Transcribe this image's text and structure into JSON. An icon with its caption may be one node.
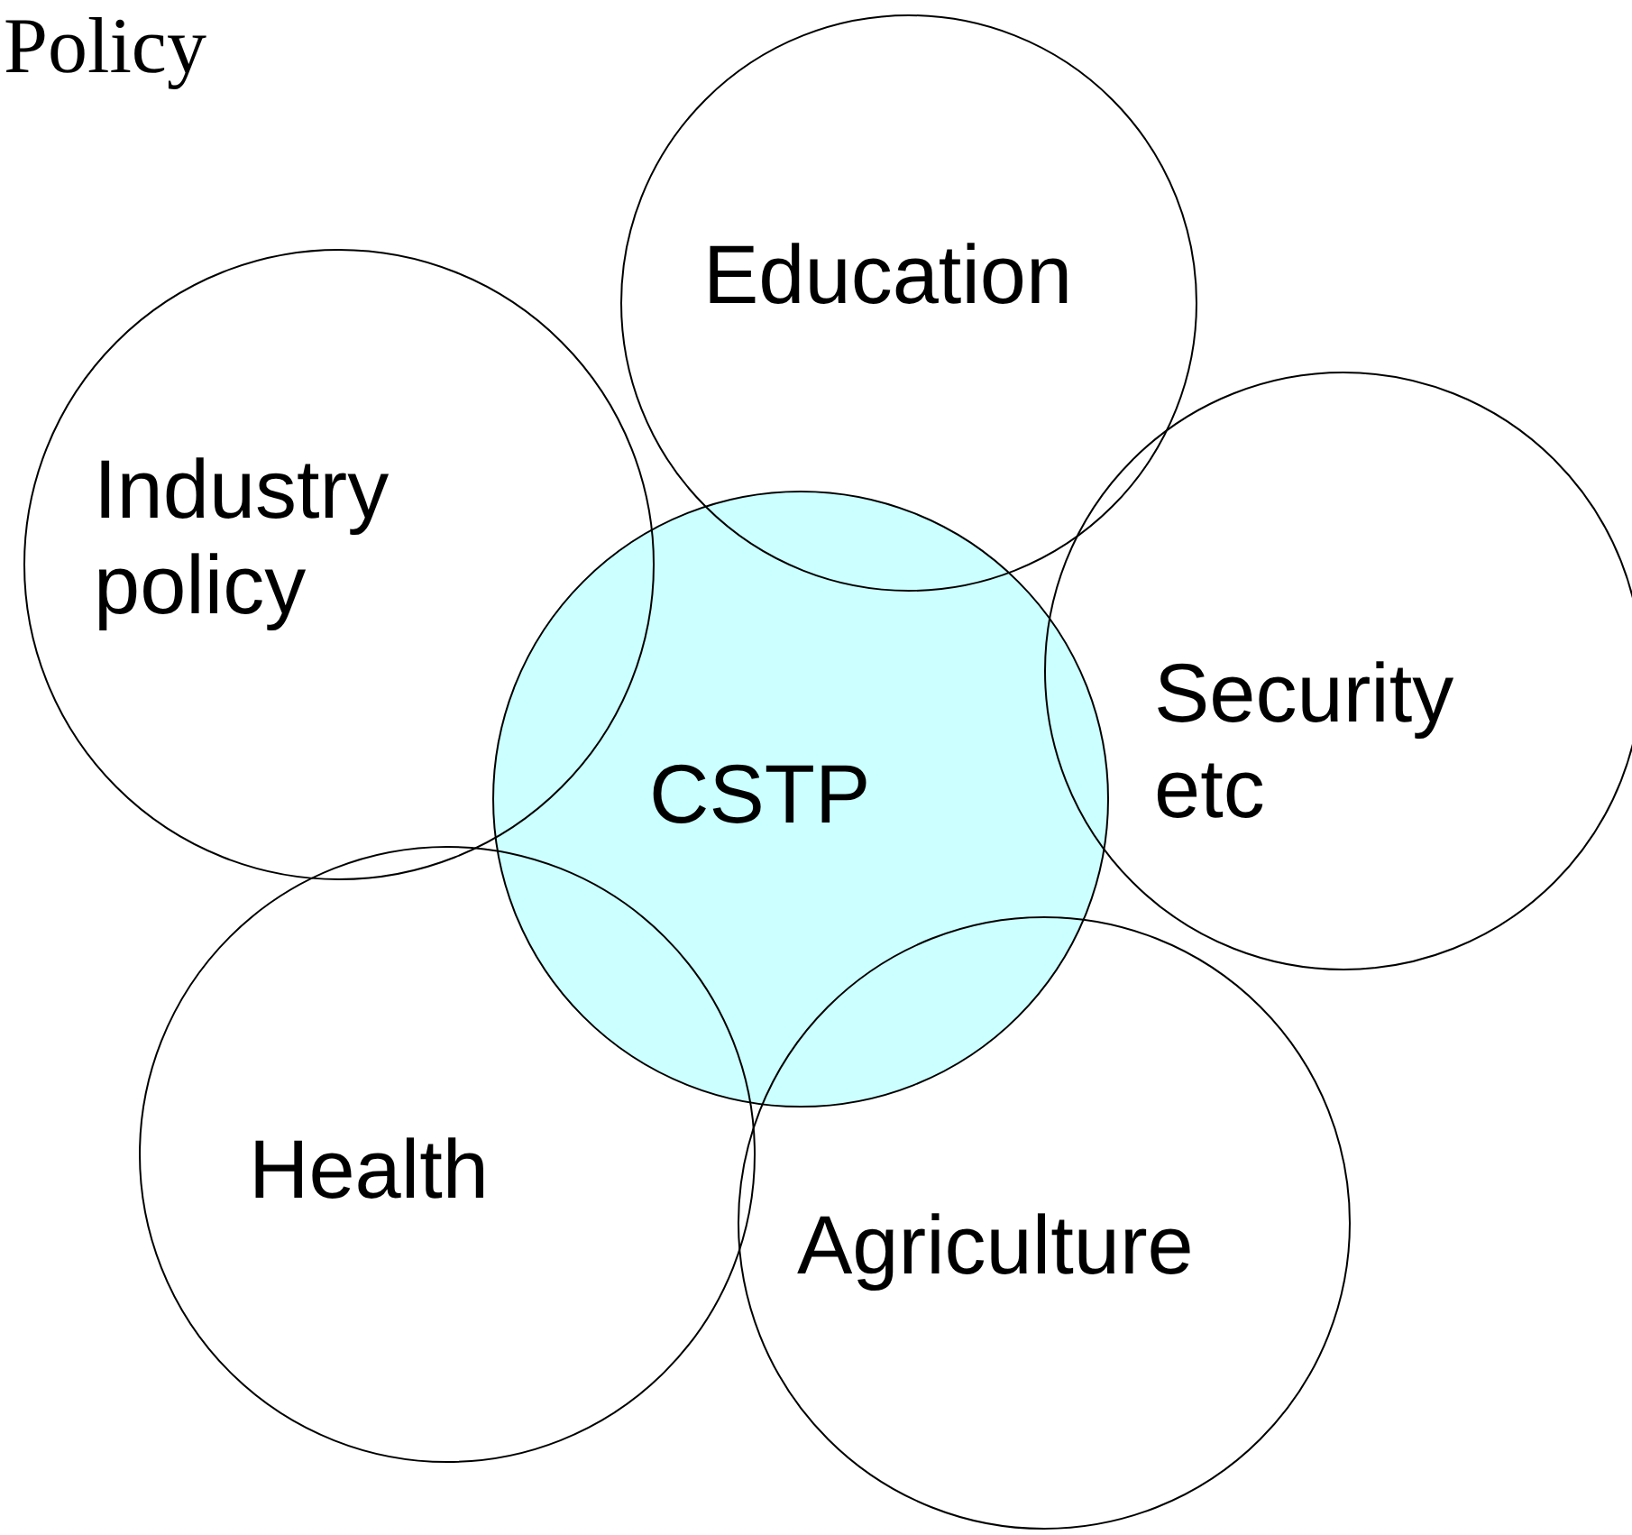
{
  "diagram": {
    "title": "Policy",
    "nodes": [
      {
        "text": [
          "CSTP"
        ]
      },
      {
        "text": [
          "Education"
        ]
      },
      {
        "text": [
          "Industry policy"
        ]
      },
      {
        "text": [
          "Security etc"
        ]
      },
      {
        "text": [
          "Health"
        ]
      },
      {
        "text": [
          "Agriculture"
        ]
      }
    ],
    "edges": []
  }
}
